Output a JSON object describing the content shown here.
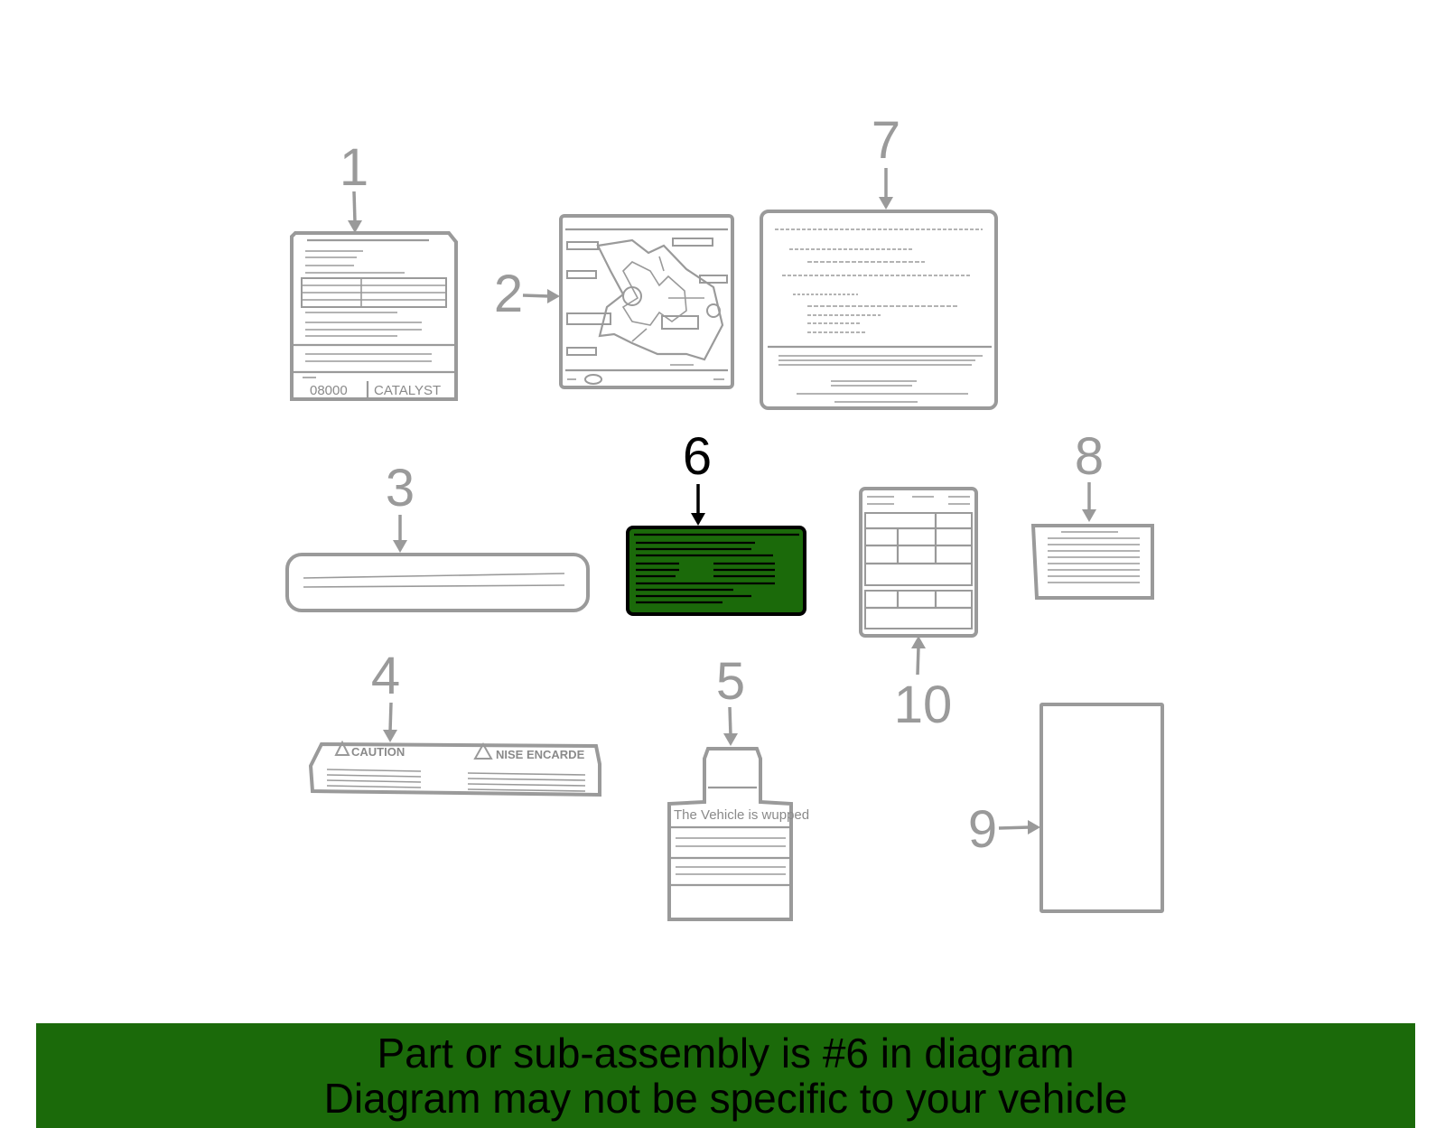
{
  "callouts": [
    "1",
    "2",
    "3",
    "4",
    "5",
    "6",
    "7",
    "8",
    "9",
    "10"
  ],
  "highlighted_callout": "6",
  "label_1": {
    "left_text": "08000",
    "right_text": "CATALYST"
  },
  "label_4": {
    "left_text": "CAUTION",
    "right_text": "NISE ENCARDE"
  },
  "label_5": {
    "header_text": "The Vehicle is wupped"
  },
  "banner": {
    "line1": "Part or sub-assembly is #6 in diagram",
    "line2": "Diagram may not be specific to your vehicle"
  },
  "colors": {
    "highlight_fill": "#1b6a0a",
    "banner_bg": "#1b6a0a",
    "outline": "#9a9a9a"
  }
}
